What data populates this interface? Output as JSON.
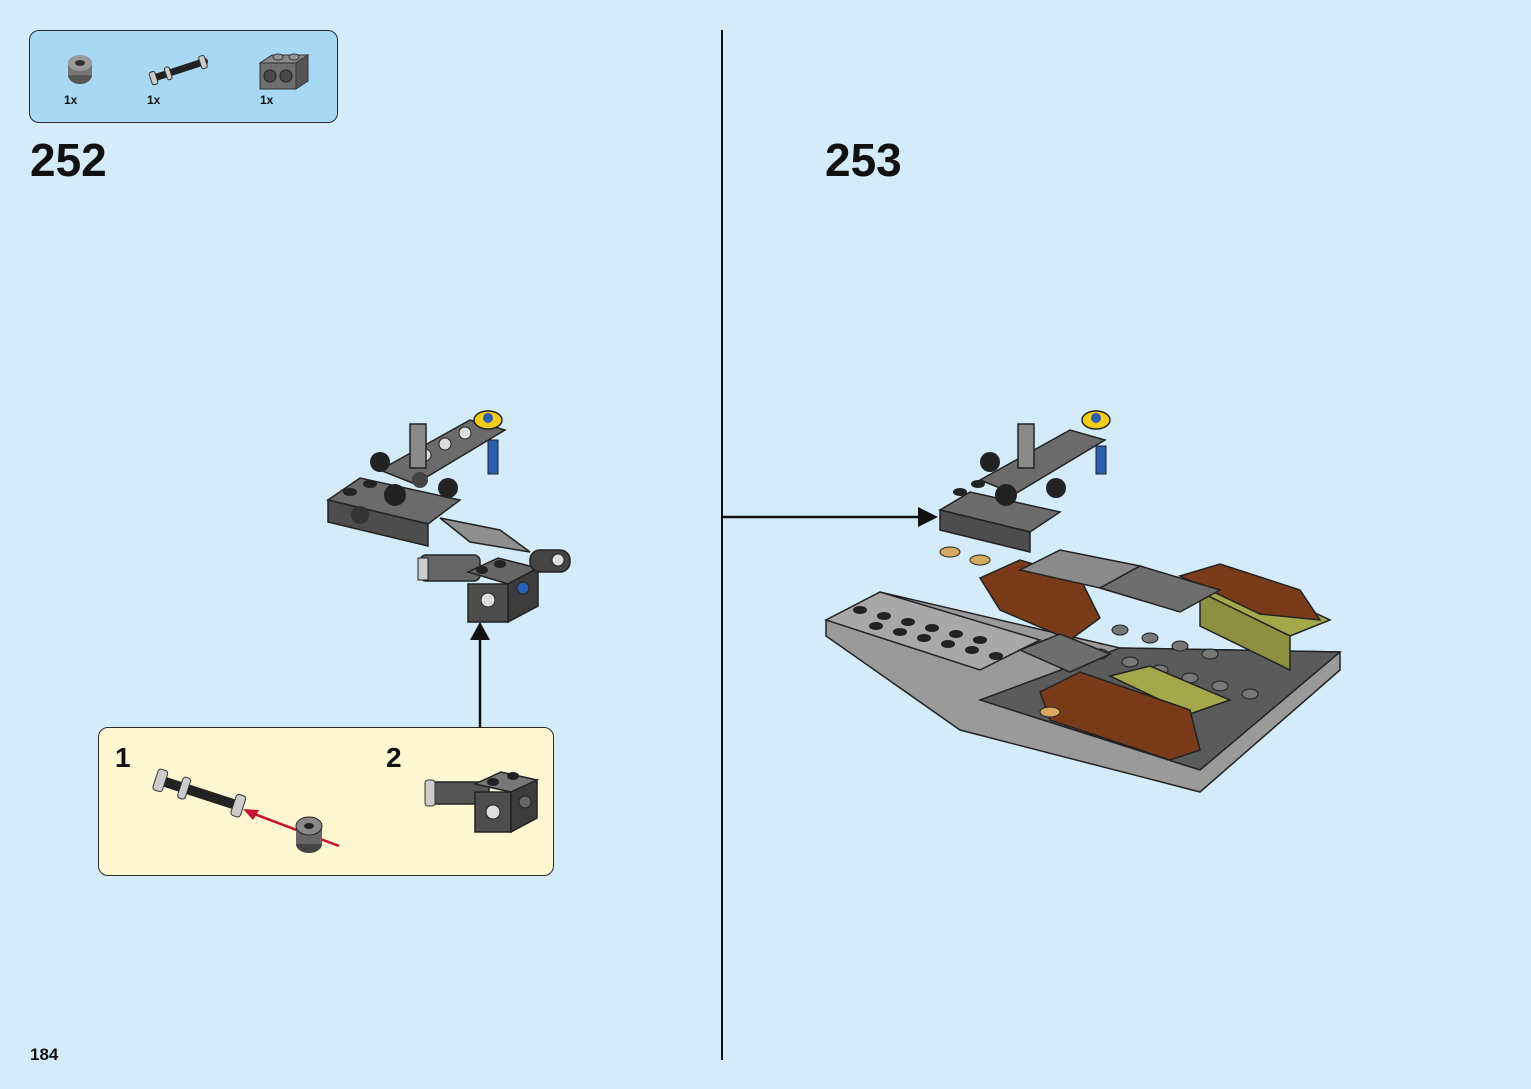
{
  "parts_list": {
    "items": [
      {
        "name": "technic-bush-dark-gray",
        "qty": "1x"
      },
      {
        "name": "technic-axle-pin-black",
        "qty": "1x"
      },
      {
        "name": "technic-brick-1x2-dark-gray",
        "qty": "1x"
      }
    ]
  },
  "steps": [
    {
      "number": "252"
    },
    {
      "number": "253"
    }
  ],
  "substeps": [
    {
      "number": "1"
    },
    {
      "number": "2"
    }
  ],
  "page_number": "184",
  "colors": {
    "background": "#d4ecfa",
    "parts_box": "#a9d8f4",
    "substep_box": "#fff6d2",
    "arrow_red": "#c8102e"
  }
}
